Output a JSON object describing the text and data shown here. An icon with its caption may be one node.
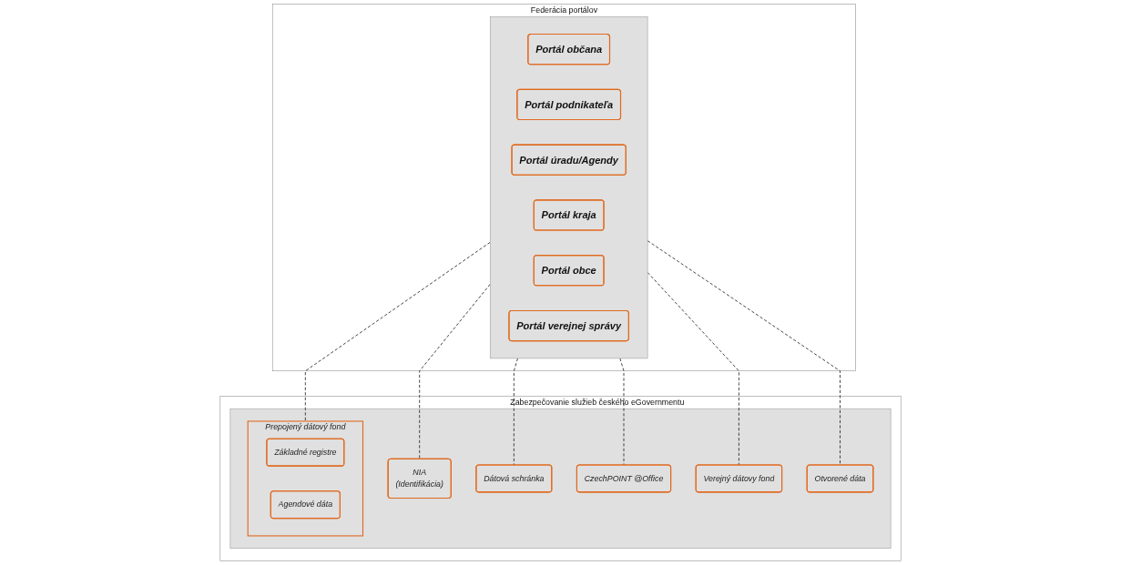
{
  "diagram": {
    "nodes": [
      {
        "text": [
          "Federácia portálov"
        ]
      },
      {
        "text": [],
        "shape": "box",
        "in": 0
      },
      {
        "text": [
          "Portál občana"
        ],
        "in": 1
      },
      {
        "text": [
          "Portál podnikateľa"
        ],
        "in": 1
      },
      {
        "text": [
          "Portál úradu/Agendy"
        ],
        "in": 1
      },
      {
        "text": [
          "Portál kraja"
        ],
        "in": 1
      },
      {
        "text": [
          "Portál obce"
        ],
        "in": 1
      },
      {
        "text": [
          "Portál verejnej správy"
        ],
        "in": 1
      },
      {
        "text": [
          "Zabezpečovanie služieb českého eGovernmentu"
        ]
      },
      {
        "text": [],
        "shape": "box",
        "in": 8
      },
      {
        "text": [
          "NIA",
          "(Identifikácia)"
        ],
        "in": 9
      },
      {
        "text": [
          "Dátová schránka"
        ],
        "in": 9
      },
      {
        "text": [
          "CzechPOINT @Office"
        ],
        "in": 9
      },
      {
        "text": [
          "Prepojený dátový fond"
        ],
        "in": 9
      },
      {
        "text": [
          "Základné registre"
        ],
        "in": 13
      },
      {
        "text": [
          "Agendové dáta"
        ],
        "in": 13
      },
      {
        "text": [
          "Verejný dátovy fond"
        ],
        "in": 9
      },
      {
        "text": [
          "Otvorené dáta"
        ],
        "in": 9
      }
    ],
    "edges": [
      {
        "from": 1,
        "to": 10,
        "arrow": "none",
        "style": "dashed"
      },
      {
        "from": 1,
        "to": 11,
        "arrow": "none",
        "style": "dashed"
      },
      {
        "from": 1,
        "to": 12,
        "arrow": "none",
        "style": "dashed"
      },
      {
        "from": 1,
        "to": 13,
        "arrow": "none",
        "style": "dashed"
      },
      {
        "from": 1,
        "to": 16,
        "arrow": "none",
        "style": "dashed"
      },
      {
        "from": 1,
        "to": 17,
        "arrow": "none",
        "style": "dashed"
      }
    ]
  }
}
